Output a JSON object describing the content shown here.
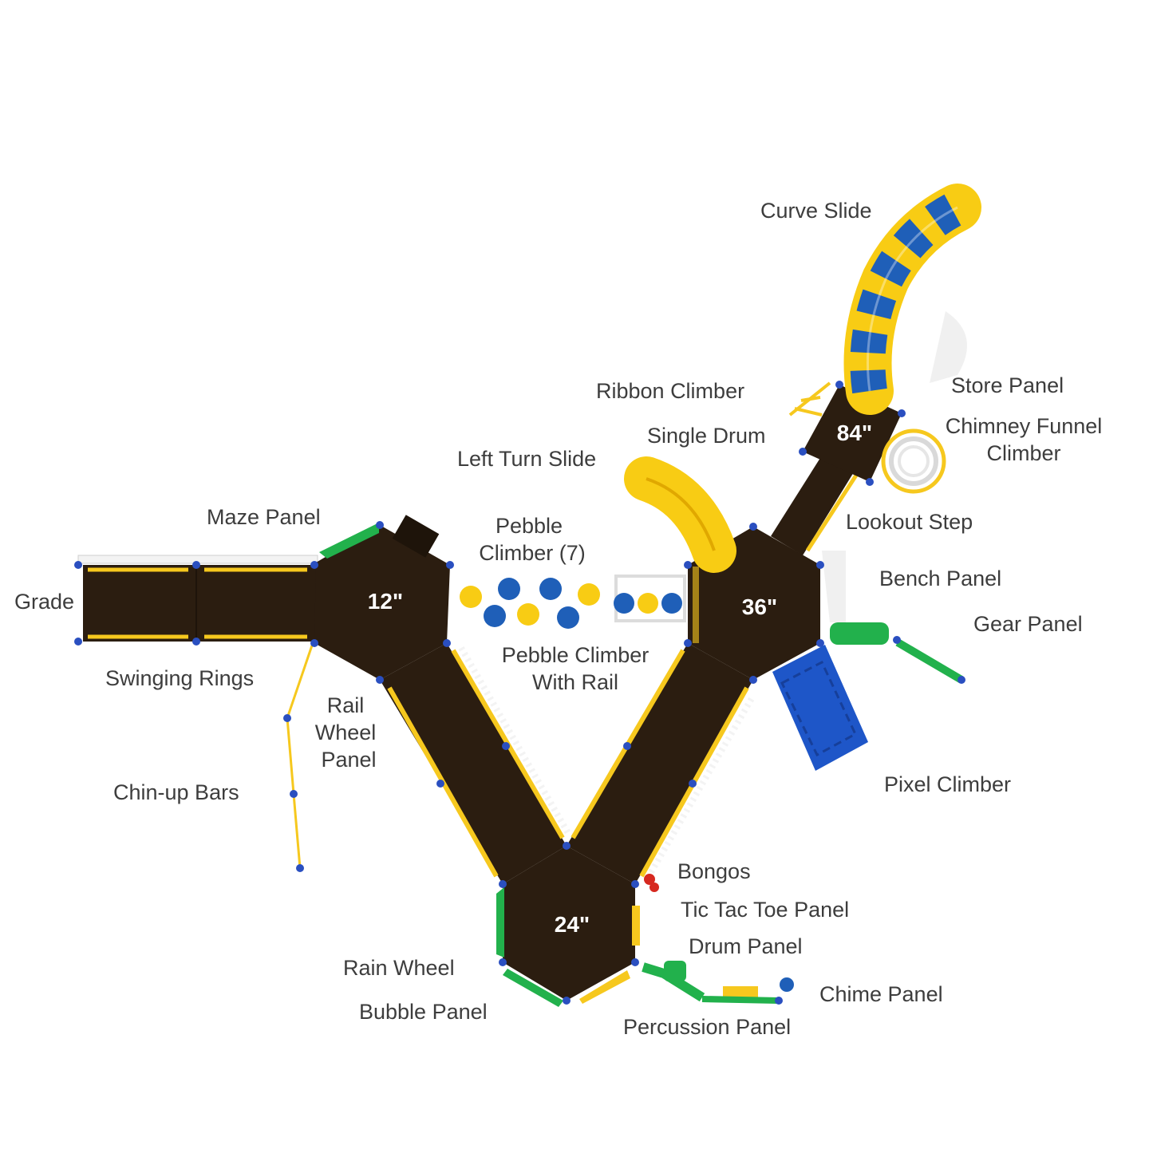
{
  "colors": {
    "deck": "#2b1d10",
    "deck_dark": "#1e140a",
    "trim_yellow": "#f6c81e",
    "slide_yellow": "#f8cc14",
    "slide_blue": "#1f5fb8",
    "panel_green": "#22b14c",
    "climber_blue": "#1e56c8",
    "post_blue": "#2a4fc0",
    "rail_white": "#f3f3f3",
    "label_gray": "#3d3d3d",
    "shadow": "#e6e6e6"
  },
  "decks": {
    "deck_12": "12\"",
    "deck_36": "36\"",
    "deck_24": "24\"",
    "deck_84": "84\""
  },
  "labels": {
    "curve_slide": "Curve Slide",
    "ribbon_climber": "Ribbon Climber",
    "store_panel": "Store Panel",
    "single_drum": "Single Drum",
    "chimney_funnel_climber_1": "Chimney Funnel",
    "chimney_funnel_climber_2": "Climber",
    "left_turn_slide": "Left Turn Slide",
    "maze_panel": "Maze Panel",
    "pebble_climber_1": "Pebble",
    "pebble_climber_2": "Climber (7)",
    "lookout_step": "Lookout Step",
    "bench_panel": "Bench Panel",
    "gear_panel": "Gear Panel",
    "grade": "Grade",
    "pebble_climber_rail_1": "Pebble Climber",
    "pebble_climber_rail_2": "With Rail",
    "swinging_rings": "Swinging Rings",
    "rail_wheel_panel_1": "Rail",
    "rail_wheel_panel_2": "Wheel",
    "rail_wheel_panel_3": "Panel",
    "chin_up_bars": "Chin-up Bars",
    "pixel_climber": "Pixel Climber",
    "bongos": "Bongos",
    "tic_tac_toe_panel": "Tic Tac Toe Panel",
    "drum_panel": "Drum Panel",
    "rain_wheel": "Rain Wheel",
    "chime_panel": "Chime Panel",
    "bubble_panel": "Bubble Panel",
    "percussion_panel": "Percussion Panel"
  }
}
